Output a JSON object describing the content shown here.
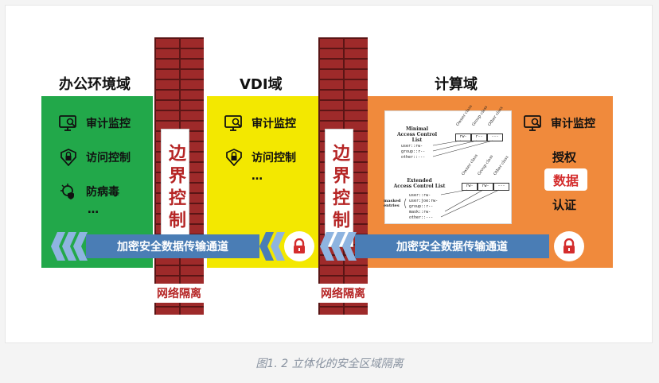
{
  "zones": {
    "office": {
      "title": "办公环境域",
      "items": [
        "审计监控",
        "访问控制",
        "防病毒"
      ],
      "ellipsis": "…",
      "color": "#22a84a"
    },
    "vdi": {
      "title": "VDI域",
      "items": [
        "审计监控",
        "访问控制"
      ],
      "ellipsis": "…",
      "color": "#f3e800"
    },
    "compute": {
      "title": "计算域",
      "audit": "审计监控",
      "authorize": "授权",
      "data": "数据",
      "authenticate": "认证",
      "color": "#f08a3c"
    }
  },
  "walls": [
    {
      "label": "边界控制",
      "bottom": "网络隔离"
    },
    {
      "label": "边界控制",
      "bottom": "网络隔离"
    }
  ],
  "channels": [
    {
      "label": "加密安全数据传输通道",
      "icon": "lock-icon"
    },
    {
      "label": "加密安全数据传输通道",
      "icon": "lock-icon"
    }
  ],
  "acl": {
    "minimal_title": "Minimal\nAccess Control List",
    "minimal_lines": [
      "user::rw-",
      "group::r--",
      "other::---"
    ],
    "minimal_boxes": [
      "rw-",
      "r--",
      "---"
    ],
    "class_labels": [
      "Owner class",
      "Group class",
      "Other class"
    ],
    "extended_title": "Extended\nAccess Control List",
    "extended_lines": [
      "user::rw-",
      "user:joe:rw-",
      "group::r--",
      "mask::rw-",
      "other::---"
    ],
    "extended_boxes": [
      "rw-",
      "rw-",
      "---"
    ],
    "masked_label": "masked\nentries"
  },
  "caption": "图1. 2 立体化的安全区域隔离",
  "colors": {
    "wall": "#9e2a2a",
    "wall_text": "#b52424",
    "channel": "#4a7db5",
    "chevron": "#8eb4e0",
    "lock": "#d42d2d"
  }
}
